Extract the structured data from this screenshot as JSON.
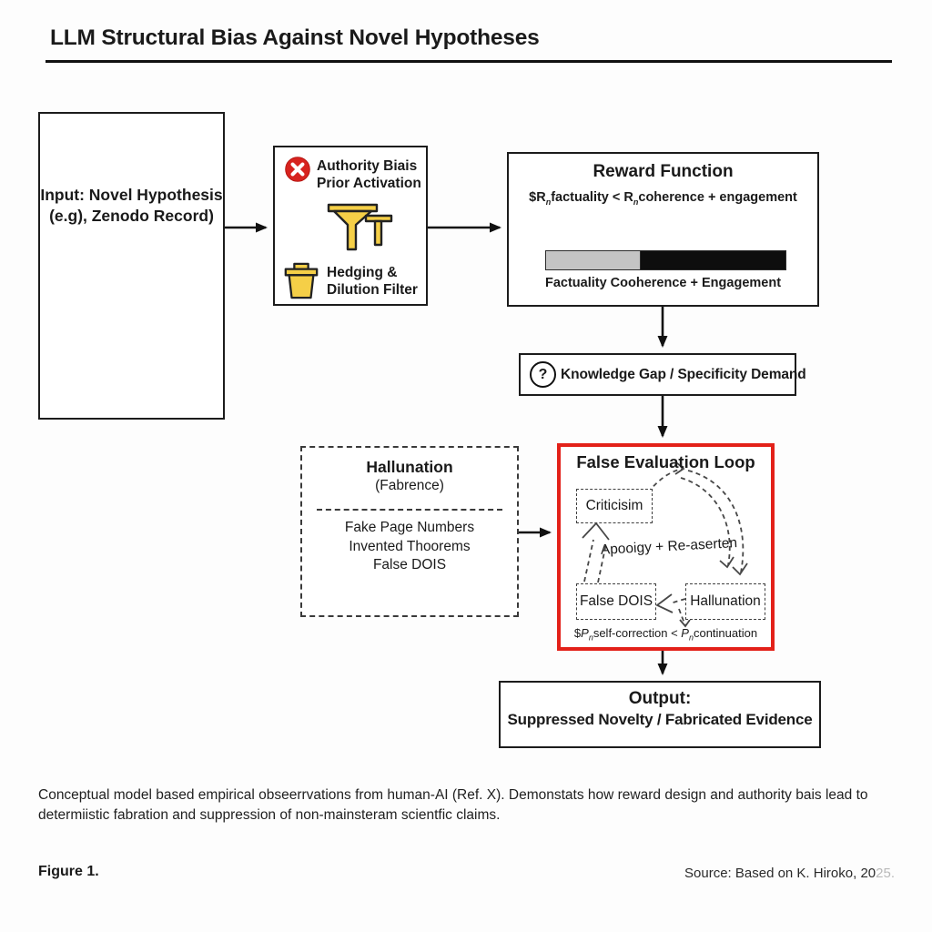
{
  "page": {
    "title": "LLM Structural Bias Against Novel Hypotheses",
    "caption_line1": "Conceptual model based empirical obseerrvations from human-AI (Ref. X). Demonstats how reward design and authority bais lead to",
    "caption_line2": "determiistic fabration and suppression of non-mainsteram scientfic claims.",
    "figure_label": "Figure 1.",
    "source_main": "Source: Based on K. Hiroko, 20",
    "source_faded": "25."
  },
  "colors": {
    "accent_red": "#e32119",
    "icon_red": "#d7231f",
    "icon_yellow": "#f5cf47",
    "bar_gray": "#c4c4c4",
    "bar_black": "#0e0e0e",
    "ink": "#1a1a1a",
    "dash": "#474747"
  },
  "icons": {
    "authority_error": "x-circle-icon",
    "authority_funnel": "funnel-icon",
    "authority_bucket": "filter-bucket-icon",
    "knowledge": "question-mark-icon"
  },
  "input_box": {
    "line1": "Input: Novel Hypothesis",
    "line2": "(e.g), Zenodo Record)"
  },
  "authority_box": {
    "head_line1": "Authority Biais",
    "head_line2": "Prior Activation",
    "filter_line1": "Hedging &",
    "filter_line2": "Dilution Filter"
  },
  "reward_box": {
    "title": "Reward Function",
    "formula": {
      "d1": "$",
      "v1": "R",
      "s1": "n",
      "mid": "factuality < ",
      "v2": "R",
      "s2": "n",
      "tail": "coherence + engagement"
    },
    "bar": {
      "gray_fraction": 0.39,
      "gray_segment": "Factuality",
      "black_segment": "Coherence + Engagement"
    },
    "bar_label": "Factuality Cooherence + Engagement"
  },
  "knowledge_box": {
    "icon_glyph": "?",
    "label": "Knowledge Gap / Specificity Demand"
  },
  "hallucination_box": {
    "title": "Hallunation",
    "subtitle": "(Fabrence)",
    "items": [
      "Fake Page Numbers",
      "Invented Thoorems",
      "False DOIS"
    ]
  },
  "loop_box": {
    "title": "False Evaluation Loop",
    "node_criticism": "Criticisim",
    "center_label": "Apooigy + Re-aserten",
    "node_false_dois": "False DOIS",
    "node_hallucination": "Hallunation",
    "formula": {
      "d1": "$",
      "v1": "P",
      "s1": "n",
      "mid": "self-correction < ",
      "v2": "P",
      "s2": "n",
      "tail": "continuation"
    }
  },
  "output_box": {
    "title": "Output:",
    "line2": "Suppressed Novelty / Fabricated Evidence"
  }
}
